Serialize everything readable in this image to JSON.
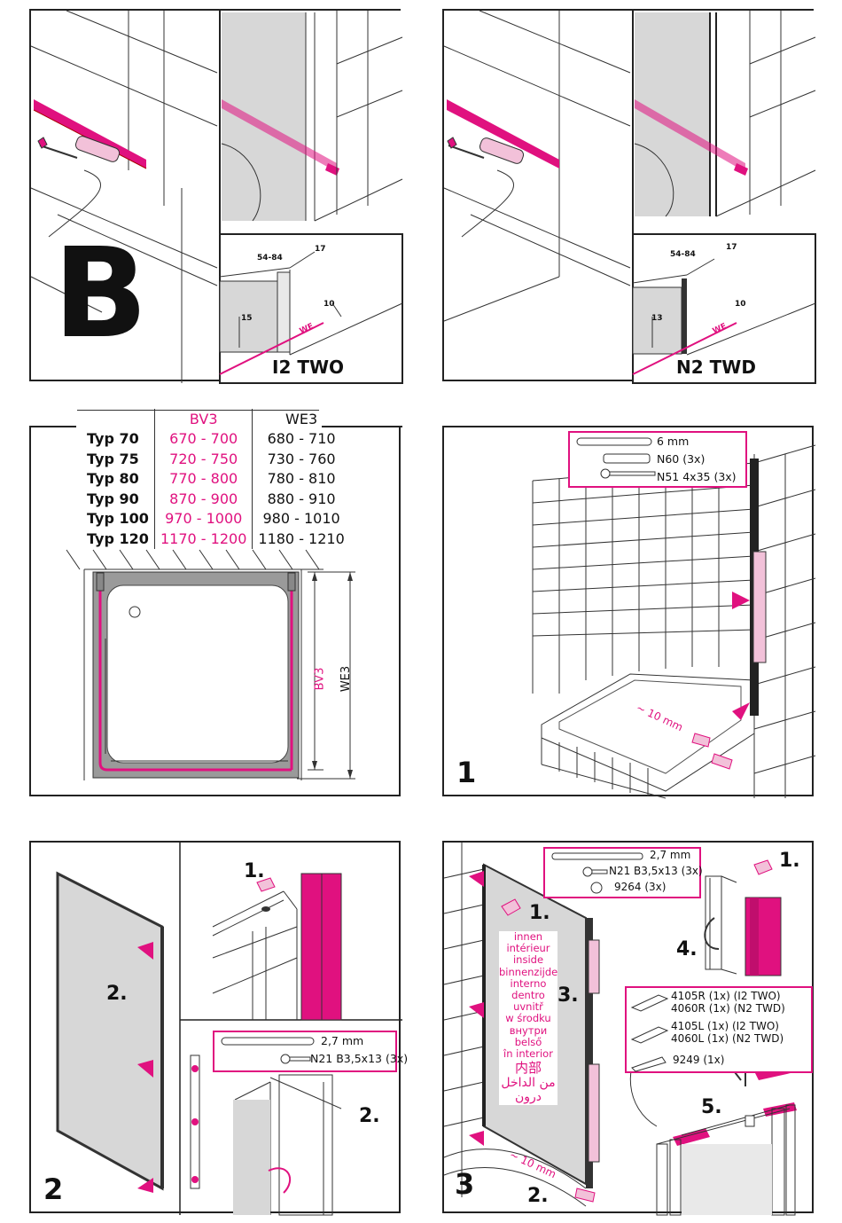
{
  "panel_b": {
    "letter": "B",
    "inset_left": {
      "model": "I2 TWO",
      "dim_range": "54-84",
      "dim_17": "17",
      "dim_10": "10",
      "dim_15": "15",
      "we": "WE"
    },
    "inset_right": {
      "model": "N2 TWD",
      "dim_range": "54-84",
      "dim_17": "17",
      "dim_10": "10",
      "dim_13": "13",
      "we": "WE"
    }
  },
  "size_table": {
    "headers": [
      "",
      "BV3",
      "WE3"
    ],
    "rows": [
      [
        "Typ  70",
        "670 - 700",
        "680 - 710"
      ],
      [
        "Typ  75",
        "720 - 750",
        "730 - 760"
      ],
      [
        "Typ  80",
        "770 - 800",
        "780 - 810"
      ],
      [
        "Typ  90",
        "870 - 900",
        "880 - 910"
      ],
      [
        "Typ 100",
        "970 - 1000",
        "980 - 1010"
      ],
      [
        "Typ 120",
        "1170 - 1200",
        "1180 - 1210"
      ]
    ],
    "dim_bv3": "BV3",
    "dim_we3": "WE3"
  },
  "step1": {
    "number": "1",
    "parts": [
      {
        "icon": "drill-bit-icon",
        "label": "6 mm"
      },
      {
        "icon": "dowel-icon",
        "label": "N60 (3x)"
      },
      {
        "icon": "screw-icon",
        "label": "N51 4x35 (3x)"
      }
    ],
    "gap_label": "~ 10 mm"
  },
  "step2": {
    "number": "2",
    "sub1": "1.",
    "sub2": "2.",
    "sub2b": "2.",
    "parts": [
      {
        "icon": "drill-bit-icon",
        "label": "2,7 mm"
      },
      {
        "icon": "screw-icon",
        "label": "N21 B3,5x13 (3x)"
      }
    ]
  },
  "step3": {
    "number": "3",
    "sub1": "1.",
    "sub1b": "1.",
    "sub2": "2.",
    "sub3": "3.",
    "sub4": "4.",
    "sub5": "5.",
    "gap_label": "~ 10 mm",
    "parts_top": [
      {
        "icon": "drill-bit-icon",
        "label": "2,7 mm"
      },
      {
        "icon": "screw-icon",
        "label": "N21 B3,5x13 (3x)"
      },
      {
        "icon": "cap-icon",
        "label": "9264 (3x)"
      }
    ],
    "parts_caps": [
      {
        "label": "4105R (1x) (I2 TWO)"
      },
      {
        "label": "4060R (1x) (N2 TWD)"
      },
      {
        "label": "4105L (1x) (I2 TWO)"
      },
      {
        "label": "4060L (1x) (N2 TWD)"
      },
      {
        "label": "9249 (1x)"
      }
    ],
    "inside_words": [
      "innen",
      "intérieur",
      "inside",
      "binnenzijde",
      "interno",
      "dentro",
      "uvnitř",
      "w środku",
      "внутри",
      "belső",
      "în interior",
      "内部",
      "من الداخل",
      "درون"
    ]
  },
  "colors": {
    "accent": "#e0117f",
    "line": "#222222",
    "glass": "#d7d7d7"
  }
}
